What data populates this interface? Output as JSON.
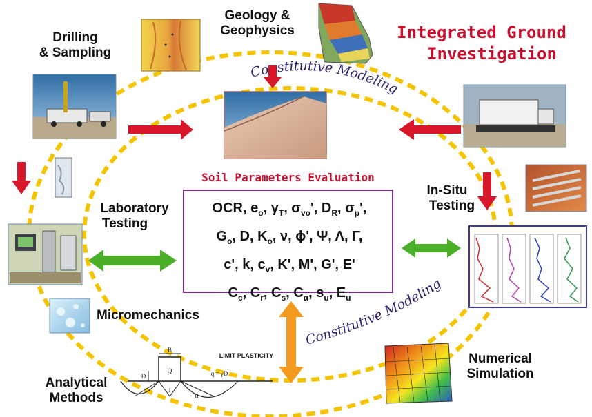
{
  "title": {
    "line1": "Integrated Ground",
    "line2": "Investigation"
  },
  "labels": {
    "drilling": [
      "Drilling",
      "& Sampling"
    ],
    "geology": [
      "Geology &",
      "Geophysics"
    ],
    "insitu": [
      "In-Situ",
      "Testing"
    ],
    "laboratory": [
      "Laboratory",
      "Testing"
    ],
    "micromechanics": "Micromechanics",
    "analytical": [
      "Analytical",
      "Methods"
    ],
    "numerical": [
      "Numerical",
      "Simulation"
    ],
    "constitutive_top": "Constitutive Modeling",
    "constitutive_bottom": "Constitutive Modeling",
    "limit_plasticity": "LIMIT PLASTICITY",
    "footing_width": "B",
    "footing_depth": "D",
    "footing_load": "Q",
    "surcharge": "q = γD",
    "zone_1": "I",
    "zone_2": "II"
  },
  "center": {
    "heading": "Soil Parameters Evaluation",
    "rows": [
      [
        [
          "OCR",
          ""
        ],
        [
          ", e",
          "o"
        ],
        [
          ", γ",
          "T"
        ],
        [
          ", σ",
          "vo"
        ],
        [
          "', D",
          "R"
        ],
        [
          ", σ",
          "p"
        ],
        [
          "',",
          ""
        ]
      ],
      [
        [
          "G",
          "o"
        ],
        [
          ", D, K",
          "o"
        ],
        [
          ", ν, ϕ', Ψ, Λ, Γ,",
          ""
        ]
      ],
      [
        [
          "c', k, c",
          "v"
        ],
        [
          ", K', M', G', E'",
          ""
        ]
      ],
      [
        [
          "C",
          "c"
        ],
        [
          ", C",
          "r"
        ],
        [
          ", C",
          "s"
        ],
        [
          ", C",
          "α"
        ],
        [
          ", s",
          "u"
        ],
        [
          ", E",
          "u"
        ]
      ]
    ]
  },
  "colors": {
    "title_red": "#c8102e",
    "arrow_red": "#d8182a",
    "arrow_green": "#4caf2a",
    "arrow_orange": "#f39a1e",
    "dashed_ring": "#f5c400",
    "center_border": "#7d2f8e",
    "modeling_text": "#2a1f6e"
  }
}
